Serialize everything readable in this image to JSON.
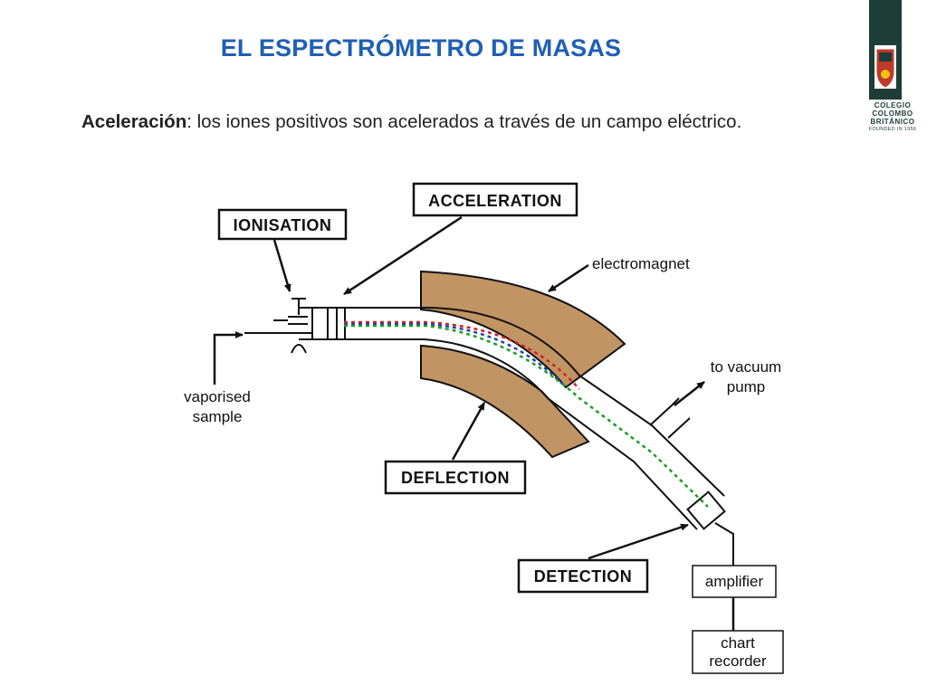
{
  "slide": {
    "title": "EL ESPECTRÓMETRO DE MASAS",
    "paragraph_bold": "Aceleración",
    "paragraph_rest": ": los iones positivos son acelerados a través de un campo eléctrico."
  },
  "logo": {
    "line1": "COLEGIO",
    "line2": "COLOMBO",
    "line3": "BRITÁNICO",
    "founded": "FOUNDED IN 1956",
    "colors": {
      "bar": "#1e3d36",
      "shield": "#c0392b"
    }
  },
  "diagram": {
    "stage_boxes": {
      "ionisation": "IONISATION",
      "acceleration": "ACCELERATION",
      "deflection": "DEFLECTION",
      "detection": "DETECTION"
    },
    "labels": {
      "electromagnet": "electromagnet",
      "vacuum_line1": "to vacuum",
      "vacuum_line2": "pump",
      "sample_line1": "vaporised",
      "sample_line2": "sample",
      "amplifier": "amplifier",
      "recorder_line1": "chart",
      "recorder_line2": "recorder"
    },
    "colors": {
      "magnet": "#c19464",
      "beam_red": "#d32020",
      "beam_blue": "#2040c0",
      "beam_green": "#18a020"
    }
  }
}
